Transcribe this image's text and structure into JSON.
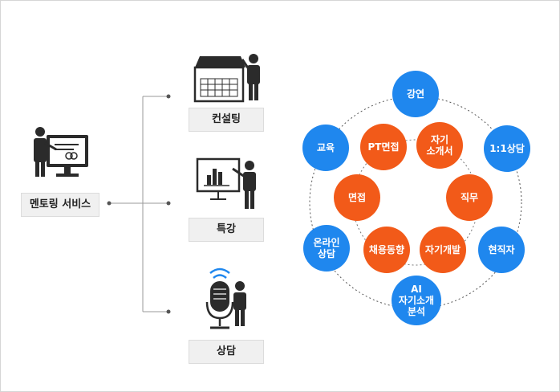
{
  "colors": {
    "blue": "#1f87ee",
    "orange": "#f25a19",
    "icon": "#2b2b2b",
    "line": "#9a9a9a"
  },
  "main": {
    "label": "멘토링 서비스",
    "icon": "presenter-at-monitor-icon"
  },
  "services": [
    {
      "label": "컨설팅",
      "icon": "calendar-presenter-icon"
    },
    {
      "label": "특강",
      "icon": "chart-board-presenter-icon"
    },
    {
      "label": "상담",
      "icon": "microphone-person-icon"
    }
  ],
  "outer_nodes": [
    "강연",
    "1:1상담",
    "현직자",
    "AI\n자기소개\n분석",
    "온라인\n상담",
    "교육"
  ],
  "inner_nodes": [
    "PT면접",
    "자기\n소개서",
    "직무",
    "자기개발",
    "채용동향",
    "면접"
  ]
}
